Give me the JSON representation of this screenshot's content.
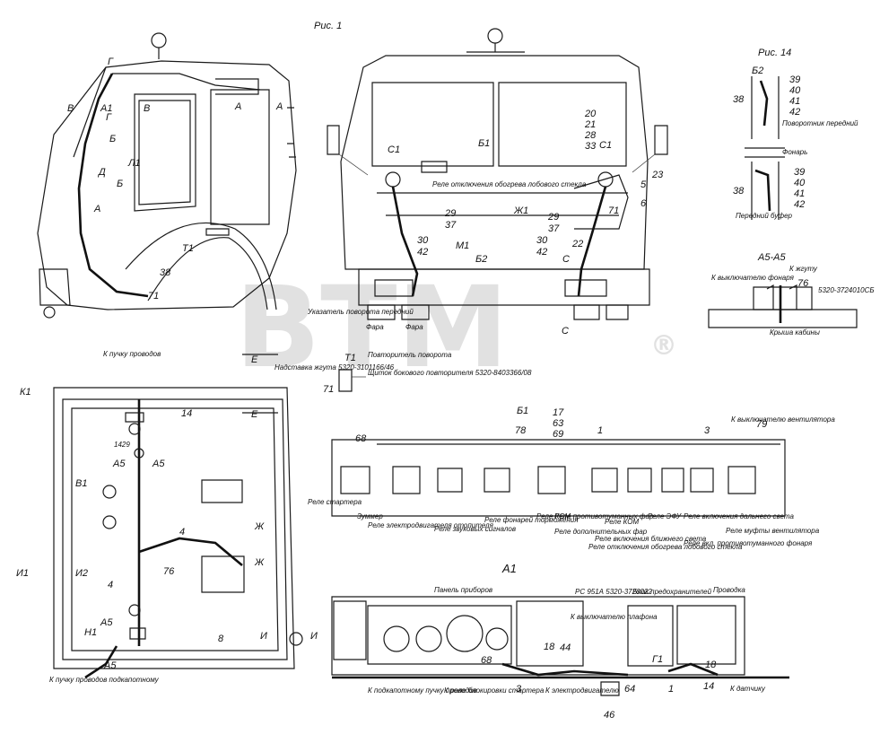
{
  "figures": {
    "fig1": "Рис. 1",
    "fig14": "Рис. 14"
  },
  "watermark": {
    "text": "BTM",
    "registered": "®"
  },
  "side_view": {
    "labels": [
      "Г",
      "В",
      "В",
      "Г",
      "А",
      "А",
      "А1",
      "Б",
      "Д",
      "Л1",
      "Б",
      "А",
      "Т1",
      "38",
      "71"
    ]
  },
  "front_view": {
    "labels": [
      "С1",
      "С1",
      "Б1",
      "20",
      "21",
      "28",
      "33",
      "23",
      "5",
      "6",
      "29",
      "37",
      "29",
      "37",
      "30",
      "42",
      "30",
      "42",
      "Ж1",
      "М1",
      "22",
      "71",
      "Б2",
      "С",
      "С"
    ],
    "notes": [
      "Реле отключения обогрева лобового стекла",
      "Указатель поворота передний",
      "Фара",
      "Фара"
    ]
  },
  "section_b2": {
    "top_numbers": [
      "39",
      "40",
      "41",
      "42"
    ],
    "bottom_numbers": [
      "39",
      "40",
      "41",
      "42"
    ],
    "labels": [
      "Б2",
      "38",
      "38"
    ],
    "notes": [
      "Поворотник передний",
      "Фонарь",
      "Передний буфер"
    ]
  },
  "section_a5": {
    "title": "А5-А5",
    "number": "76",
    "notes": [
      "К выключателю фонаря",
      "К жгуту",
      "5320-3724010СБ",
      "Крыша кабины"
    ]
  },
  "section_e": {
    "labels": [
      "Е",
      "Е",
      "Т1",
      "71"
    ],
    "notes": [
      "Надставка жгута 5320-3101166/46",
      "Повторитель поворота",
      "Щиток бокового повторителя 5320-8403366/08"
    ]
  },
  "roof_view": {
    "labels": [
      "К1",
      "14",
      "А5",
      "А5",
      "В1",
      "И1",
      "И2",
      "4",
      "Ж",
      "Ж",
      "76",
      "Н1",
      "А5",
      "4",
      "8",
      "И",
      "И",
      "А5"
    ],
    "notes": [
      "К пучку проводов подкапотному",
      "К пучку проводов",
      "1429"
    ]
  },
  "relay_panel": {
    "labels": [
      "Б1",
      "68",
      "17",
      "63",
      "69",
      "78",
      "1",
      "3",
      "79"
    ],
    "notes": [
      "Реле стартера",
      "Зуммер",
      "Реле электродвигателя отопителя",
      "Реле звуковых сигналов",
      "Реле фонарей торможения",
      "Реле КОМ",
      "Реле противотуманных фар",
      "Реле дополнительных фар",
      "Реле КОМ",
      "Реле ЭФУ",
      "Реле включения ближнего света",
      "Реле включения дальнего света",
      "Реле муфты вентилятора",
      "Реле отключения обогрева лобового стекла",
      "Реле вкл. противотуманного фонаря",
      "К выключателю вентилятора"
    ]
  },
  "instrument_view": {
    "title": "А1",
    "labels": [
      "18",
      "44",
      "68",
      "3",
      "64",
      "46",
      "Г1",
      "1",
      "14",
      "18"
    ],
    "notes": [
      "Панель приборов",
      "РС 951А 5320-3726022",
      "Блок предохранителей",
      "Проводка",
      "К выключателю плафона",
      "К реле блокировки стартера",
      "К подкапотному пучку проводов",
      "К электродвигателю",
      "К датчику"
    ]
  }
}
